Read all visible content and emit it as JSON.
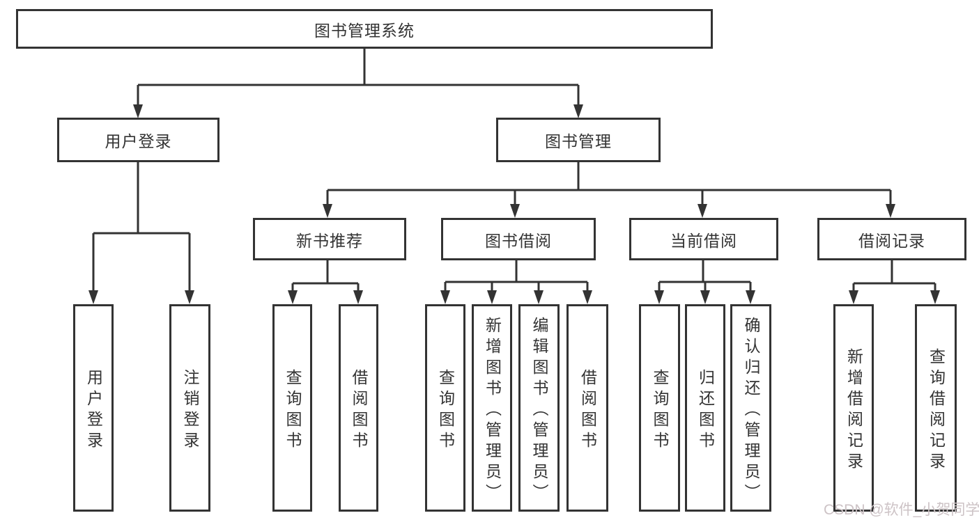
{
  "tree": {
    "label": "图书管理系统",
    "children": [
      {
        "label": "用户登录",
        "children": [
          {
            "label": "用户登录"
          },
          {
            "label": "注销登录"
          }
        ]
      },
      {
        "label": "图书管理",
        "children": [
          {
            "label": "新书推荐",
            "children": [
              {
                "label": "查询图书"
              },
              {
                "label": "借阅图书"
              }
            ]
          },
          {
            "label": "图书借阅",
            "children": [
              {
                "label": "查询图书"
              },
              {
                "label": "新增图书（管理员）"
              },
              {
                "label": "编辑图书（管理员）"
              },
              {
                "label": "借阅图书"
              }
            ]
          },
          {
            "label": "当前借阅",
            "children": [
              {
                "label": "查询图书"
              },
              {
                "label": "归还图书"
              },
              {
                "label": "确认归还（管理员）"
              }
            ]
          },
          {
            "label": "借阅记录",
            "children": [
              {
                "label": "新增借阅记录"
              },
              {
                "label": "查询借阅记录"
              }
            ]
          }
        ]
      }
    ]
  },
  "watermark": "CSDN @软件_小贺同学",
  "colors": {
    "line": "#333333",
    "text": "#333333",
    "background": "#ffffff",
    "watermark": "#cdc3c6"
  }
}
